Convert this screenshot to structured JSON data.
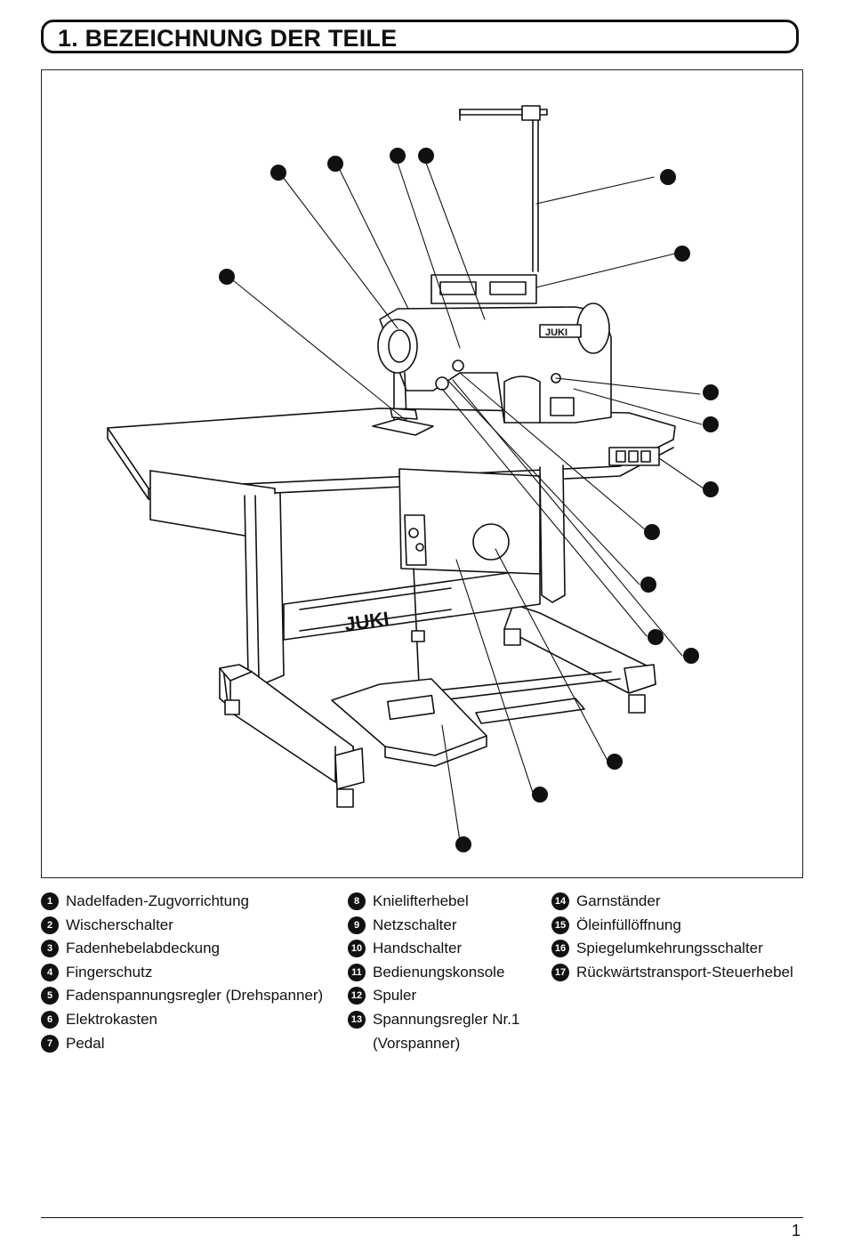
{
  "header": {
    "title": "1. BEZEICHNUNG DER TEILE"
  },
  "figure": {
    "brand": "JUKI"
  },
  "legend": {
    "col1": [
      {
        "num": "1",
        "label": "Nadelfaden-Zugvorrichtung"
      },
      {
        "num": "2",
        "label": "Wischerschalter"
      },
      {
        "num": "3",
        "label": "Fadenhebelabdeckung"
      },
      {
        "num": "4",
        "label": "Fingerschutz"
      },
      {
        "num": "5",
        "label": "Fadenspannungsregler (Drehspanner)"
      },
      {
        "num": "6",
        "label": "Elektrokasten"
      },
      {
        "num": "7",
        "label": "Pedal"
      }
    ],
    "col2": [
      {
        "num": "8",
        "label": "Knielifterhebel"
      },
      {
        "num": "9",
        "label": "Netzschalter"
      },
      {
        "num": "10",
        "label": "Handschalter"
      },
      {
        "num": "11",
        "label": "Bedienungskonsole"
      },
      {
        "num": "12",
        "label": "Spuler"
      },
      {
        "num": "13",
        "label": "Spannungsregler Nr.1",
        "label2": "(Vorspanner)"
      }
    ],
    "col3": [
      {
        "num": "14",
        "label": "Garnständer"
      },
      {
        "num": "15",
        "label": "Öleinfüllöffnung"
      },
      {
        "num": "16",
        "label": "Spiegelumkehrungsschalter"
      },
      {
        "num": "17",
        "label": "Rückwärtstransport-Steuerhebel"
      }
    ]
  },
  "footer": {
    "page_number": "1"
  }
}
